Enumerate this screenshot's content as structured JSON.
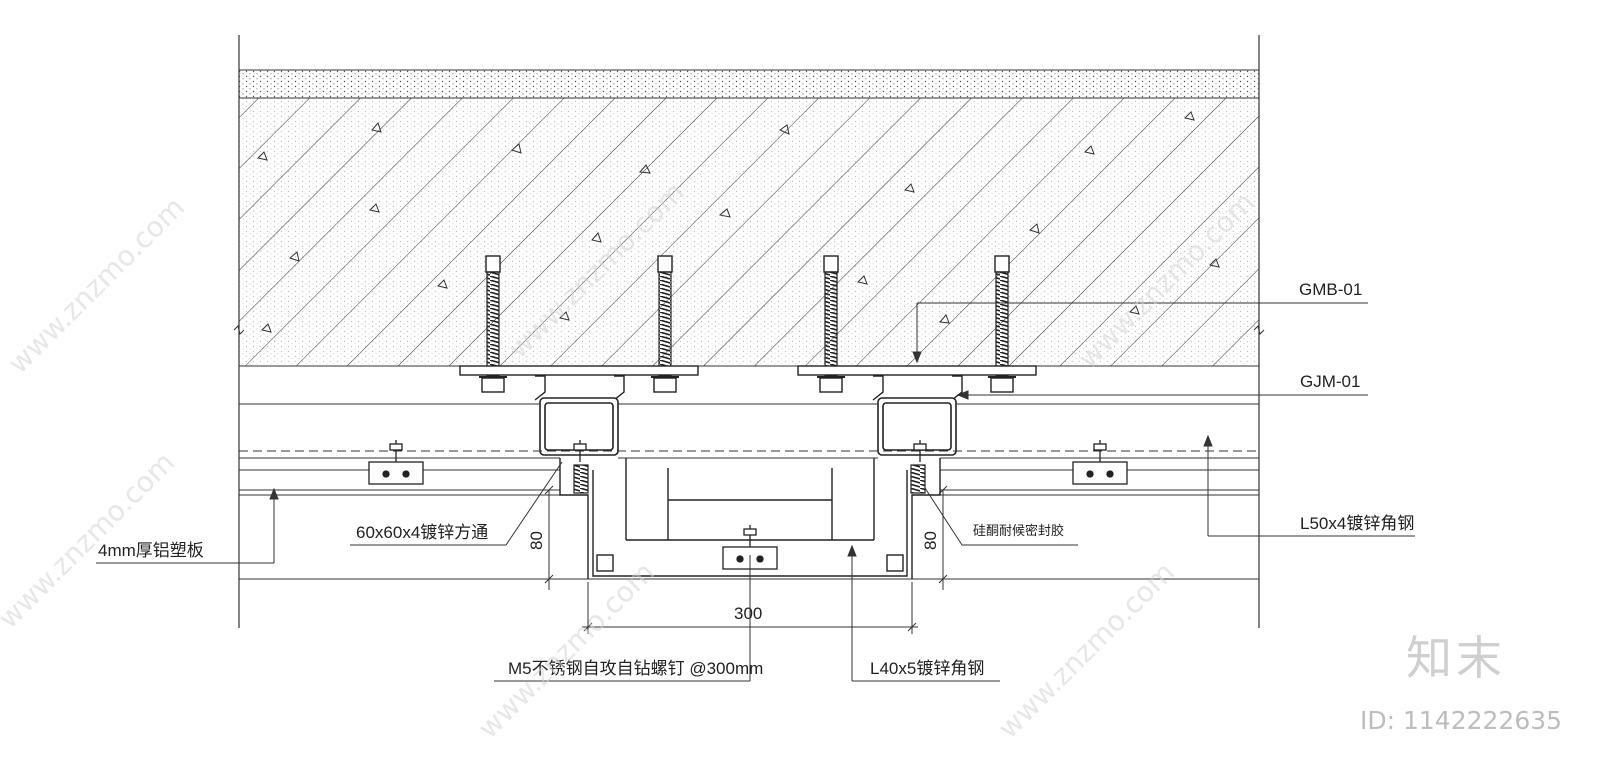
{
  "labels": {
    "gmb": "GMB-01",
    "gjm": "GJM-01",
    "tube": "60x60x4镀锌方通",
    "panel": "4mm厚铝塑板",
    "angle_l50": "L50x4镀锌角钢",
    "sealant": "硅酮耐候密封胶",
    "screw": "M5不锈钢自攻自钻螺钉 @300mm",
    "angle_l40": "L40x5镀锌角钢"
  },
  "dimensions": {
    "width": "300",
    "left_depth": "80",
    "right_depth": "80"
  },
  "watermark": {
    "text": "www.znzmo.com",
    "brand": "知末",
    "id": "ID: 1142222635"
  }
}
